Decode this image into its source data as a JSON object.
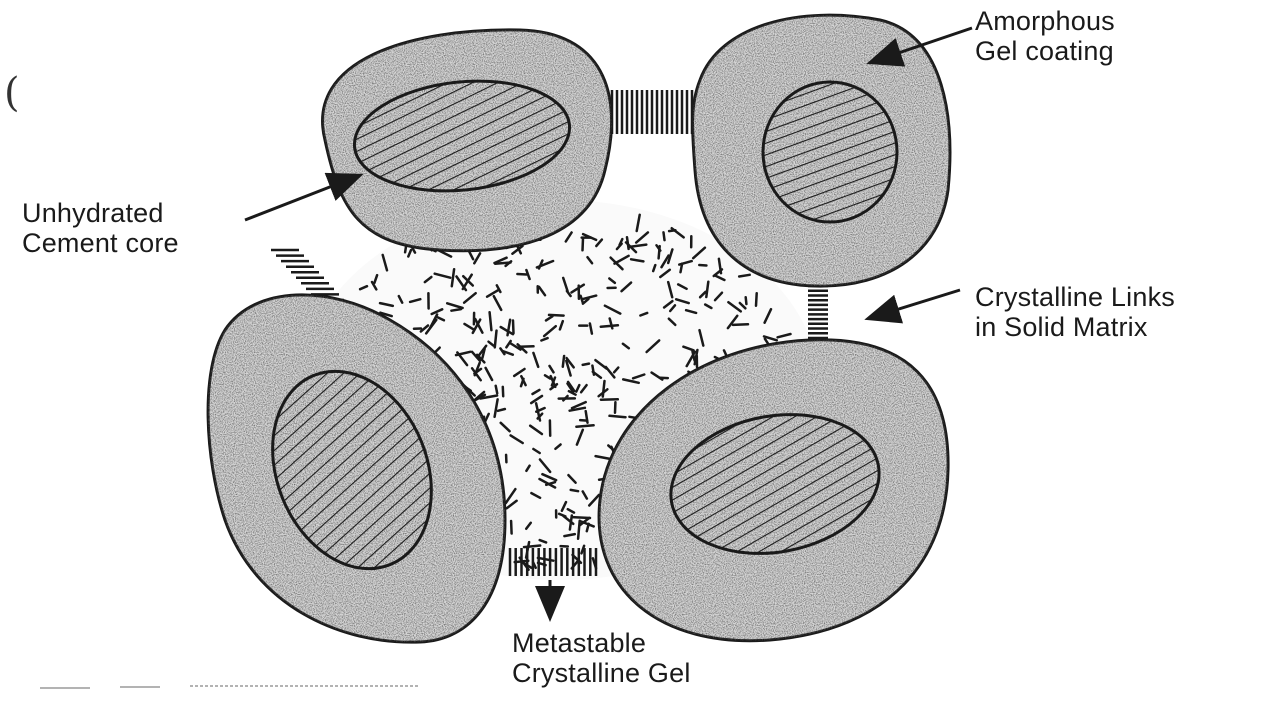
{
  "labels": {
    "amorphous_gel": [
      "Amorphous",
      "Gel coating"
    ],
    "unhydrated_core": [
      "Unhydrated",
      "Cement core"
    ],
    "crystalline_links": [
      "Crystalline Links",
      "in Solid Matrix"
    ],
    "metastable_gel": [
      "Metastable",
      "Crystalline Gel"
    ]
  },
  "stray_mark": "(",
  "colors": {
    "ink": "#1a1a1a",
    "gel_fill": "#d6d6d6",
    "background": "#ffffff"
  }
}
